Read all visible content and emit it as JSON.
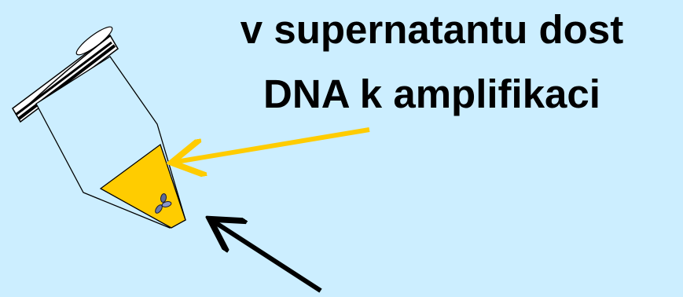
{
  "caption": {
    "line1": "v supernatantu dost",
    "line2": "DNA k amplifikaci"
  },
  "colors": {
    "background": "#cceeff",
    "supernatant": "#ffcc00",
    "yellow_arrow": "#ffcc00",
    "black_arrow": "#000000",
    "pellet": "#6a7aa8"
  },
  "icons": {
    "tube": "microcentrifuge-tube",
    "pellet": "cell-pellet",
    "supernatant_pointer": "yellow-arrow",
    "pellet_pointer": "black-arrow"
  }
}
